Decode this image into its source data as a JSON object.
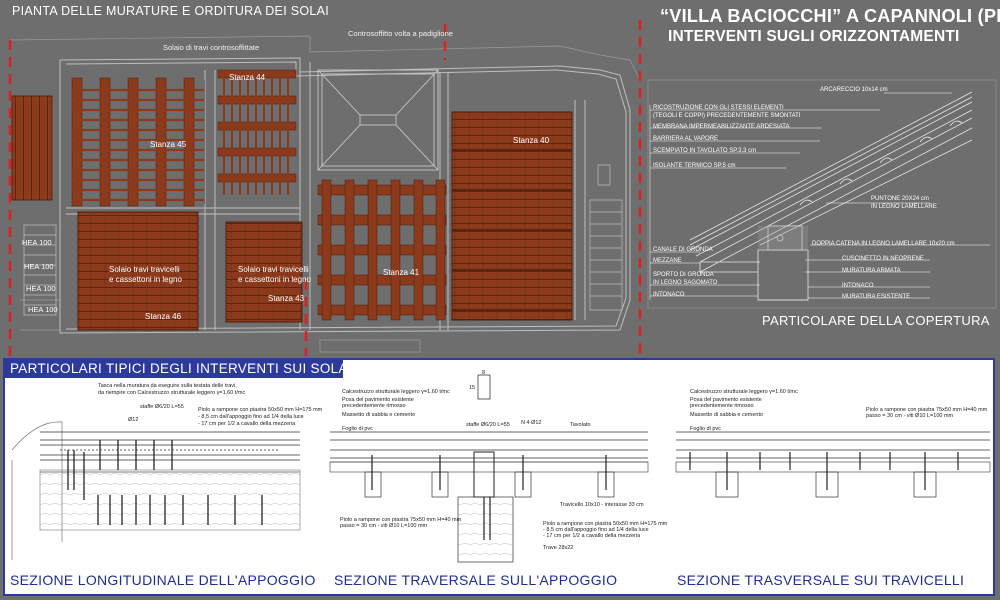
{
  "header": {
    "title": "“VILLA BACIOCCHI” A CAPANNOLI (PI)",
    "subtitle": "INTERVENTI SUGLI ORIZZONTAMENTI"
  },
  "plan": {
    "title": "PIANTA DELLE MURATURE E ORDITURA DEI SOLAI",
    "labels": {
      "solaio_controsoffittate": "Solaio di travi controsoffittate",
      "controsoffitto": "Controsoffitto volta a padiglione"
    },
    "rooms": {
      "s44": "Stanza 44",
      "s45": "Stanza 45",
      "s40": "Stanza 40",
      "s41": "Stanza 41",
      "s43": "Stanza 43",
      "s46": "Stanza 46",
      "solaio1": "Solaio travi travicelli",
      "solaio2": "e cassettoni in legno"
    },
    "hea": [
      "HEA 100",
      "HEA 100",
      "HEA 100",
      "HEA 100"
    ]
  },
  "roof_detail": {
    "caption": "PARTICOLARE DELLA COPERTURA",
    "labels": {
      "arcareccio": "ARCARECCIO 10x14 cm",
      "ricostruzione1": "RICOSTRUZIONE CON GLI STESSI ELEMENTI",
      "ricostruzione2": "(TEGOLI E COPPI) PRECEDENTEMENTE SMONTATI",
      "membrana": "MEMBRANA IMPERMEABILIZZANTE ARDESIATA",
      "barriera": "BARRIERA AL VAPORE",
      "scempiato": "SCEMPIATO IN TAVOLATO SP.3.3 cm",
      "isolante": "ISOLANTE TERMICO SP.5 cm",
      "puntone1": "PUNTONE 20X24 cm",
      "puntone2": "IN LEGNO LAMELLARE",
      "canale": "CANALE DI GRONDA",
      "doppia": "DOPPIA CATENA IN LEGNO LAMELLARE 10x20 cm",
      "mezzane": "MEZZANE",
      "cuscinetto": "CUSCINETTO IN NEOPRENE",
      "sporto1": "SPORTO DI GRONDA",
      "sporto2": "IN LEGNO SAGOMATO",
      "muratura_armata": "MURATURA ARMATA",
      "intonaco_r": "INTONACO",
      "intonaco_l": "INTONACO",
      "muratura_esistente": "MURATURA ESISTENTE"
    }
  },
  "details": {
    "title": "PARTICOLARI TIPICI DEGLI INTERVENTI SUI SOLAI",
    "sections": [
      {
        "caption": "SEZIONE LONGITUDINALE DELL'APPOGGIO",
        "notes": {
          "tasca1": "Tasca nella muratura da eseguire sulla testata delle travi,",
          "tasca2": "da riempire con Calcestruzzo strutturale leggero γ=1.60 t/mc",
          "staffe": "staffe Ø6/20 L=55",
          "phi12": "Ø12",
          "piolo1": "Piolo a rampone con piastra 50x50 mm H=175 mm",
          "piolo2": "- 8,5 cm dall'appoggio fino ad 1/4 della luce",
          "piolo3": "- 17 cm per 1/2 a cavallo della mezzeria"
        }
      },
      {
        "caption": "SEZIONE TRAVERSALE SULL'APPOGGIO",
        "notes": {
          "cls": "Calcestruzzo strutturale leggero γ=1.60 t/mc",
          "posa1": "Posa del pavimento esistente",
          "posa2": "precedentemente rimosso",
          "massetto": "Massetto di sabbia e cemento",
          "foglio": "Foglio di pvc",
          "dim_b": "8",
          "dim_h": "15",
          "staffe": "staffe Ø6/20 L=55",
          "n4": "N 4 Ø12",
          "tavolato": "Tavolato",
          "travicello": "Travicello 10x10 - interasse 33 cm",
          "piolo1": "Piolo a rampone con piastra 75x50 mm H=40 mm",
          "piolo2": "passo = 30 cm - viti Ø10 L=100 mm",
          "piolo3": "Piolo a rampone con piastra 50x50 mm H=175 mm",
          "piolo4": "- 8,5 cm dall'appoggio fino ad 1/4 della luce",
          "piolo5": "- 17 cm per 1/2 a cavallo della mezzeria",
          "trave": "Trave 28x22"
        }
      },
      {
        "caption": "SEZIONE TRASVERSALE SUI TRAVICELLI",
        "notes": {
          "cls": "Calcestruzzo strutturale leggero γ=1.60 t/mc",
          "posa1": "Posa del pavimento esistente",
          "posa2": "precedentemente rimosso",
          "massetto": "Massetto di sabbia e cemento",
          "foglio": "Foglio di pvc",
          "piolo1": "Piolo a rampone con piastra 75x50 mm H=40 mm",
          "piolo2": "passo = 30 cm - viti Ø10 L=100 mm"
        }
      }
    ]
  },
  "colors": {
    "background": "#6e6e6e",
    "wood": "#8b3a1c",
    "wood_dark": "#5a2412",
    "accent_red": "#e02020",
    "panel_blue": "#2d3a9a",
    "section_text": "#1f2f8a"
  }
}
